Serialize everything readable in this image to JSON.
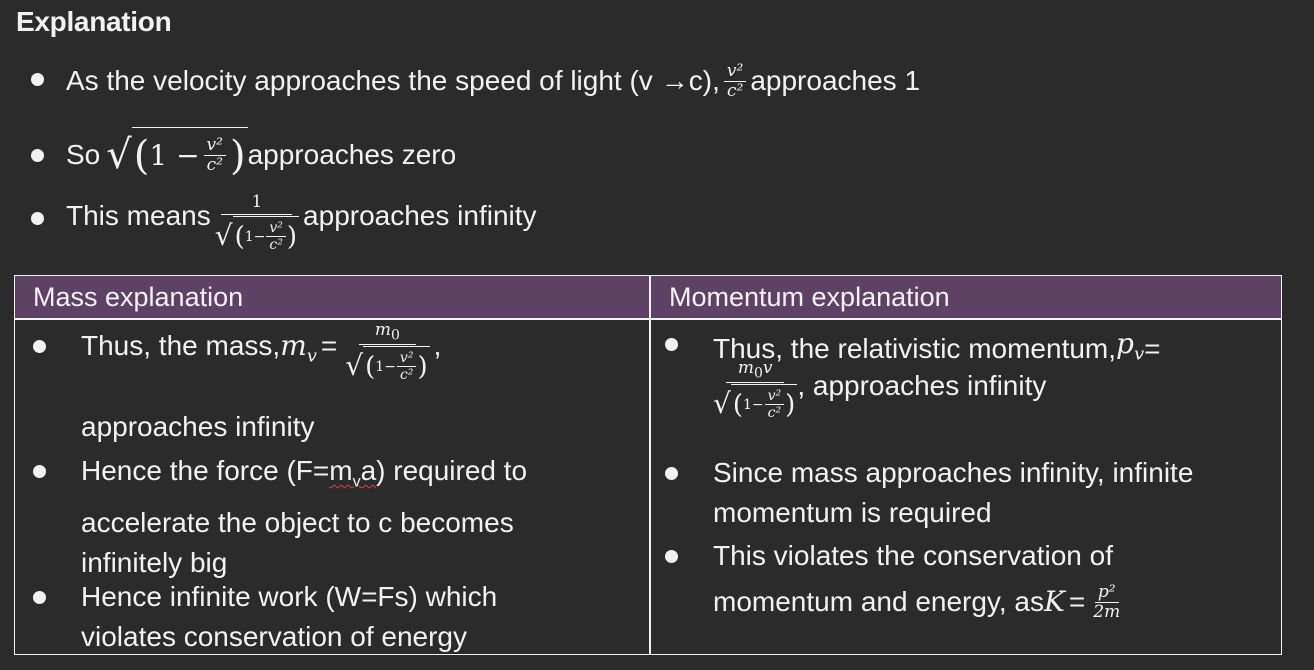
{
  "heading": "Explanation",
  "bullets": {
    "b1": {
      "pre": "As the velocity approaches the speed of light (v",
      "arrow": "→",
      "mid": " c), ",
      "num": "v²",
      "den": "c²",
      "post": " approaches 1"
    },
    "b2": {
      "pre": "So ",
      "one": "1 −",
      "num": "v²",
      "den": "c²",
      "post": " approaches zero"
    },
    "b3": {
      "pre": "This means ",
      "num": "1",
      "one": "1−",
      "inum": "v²",
      "iden": "c²",
      "post": " approaches infinity"
    }
  },
  "table": {
    "headers": [
      "Mass explanation",
      "Momentum explanation"
    ],
    "left": {
      "i1": {
        "pre": "Thus, the mass, ",
        "lhs": "m",
        "lhs_sub": "v",
        "eq": " = ",
        "num": "m",
        "num_sub": "0",
        "one": "1−",
        "inum": "v²",
        "iden": "c²",
        "comma": ",",
        "cont": "approaches infinity"
      },
      "i2": {
        "line1_pre": "Hence the force (F=",
        "line1_sq": "m",
        "line1_sq_sub": "v",
        "line1_sq2": "a",
        "line1_post": ") required to",
        "line2": "accelerate the object to c becomes",
        "line3": "infinitely big"
      },
      "i3": {
        "line1": "Hence infinite work (W=Fs) which",
        "line2": "violates conservation of energy"
      }
    },
    "right": {
      "i1": {
        "pre": "Thus, the relativistic momentum, ",
        "lhs": "p",
        "lhs_sub": "v",
        "eq": " =",
        "num": "m",
        "num_sub": "0",
        "num_v": "v",
        "one": "1−",
        "inum": "v²",
        "iden": "c²",
        "post": ", approaches infinity"
      },
      "i2": {
        "line1": "Since mass approaches infinity, infinite",
        "line2": "momentum is required"
      },
      "i3": {
        "line1": "This violates the conservation of",
        "line2_pre": "momentum and energy, as ",
        "k": "K",
        "eq": " = ",
        "num": "p²",
        "den": "2m"
      }
    }
  }
}
